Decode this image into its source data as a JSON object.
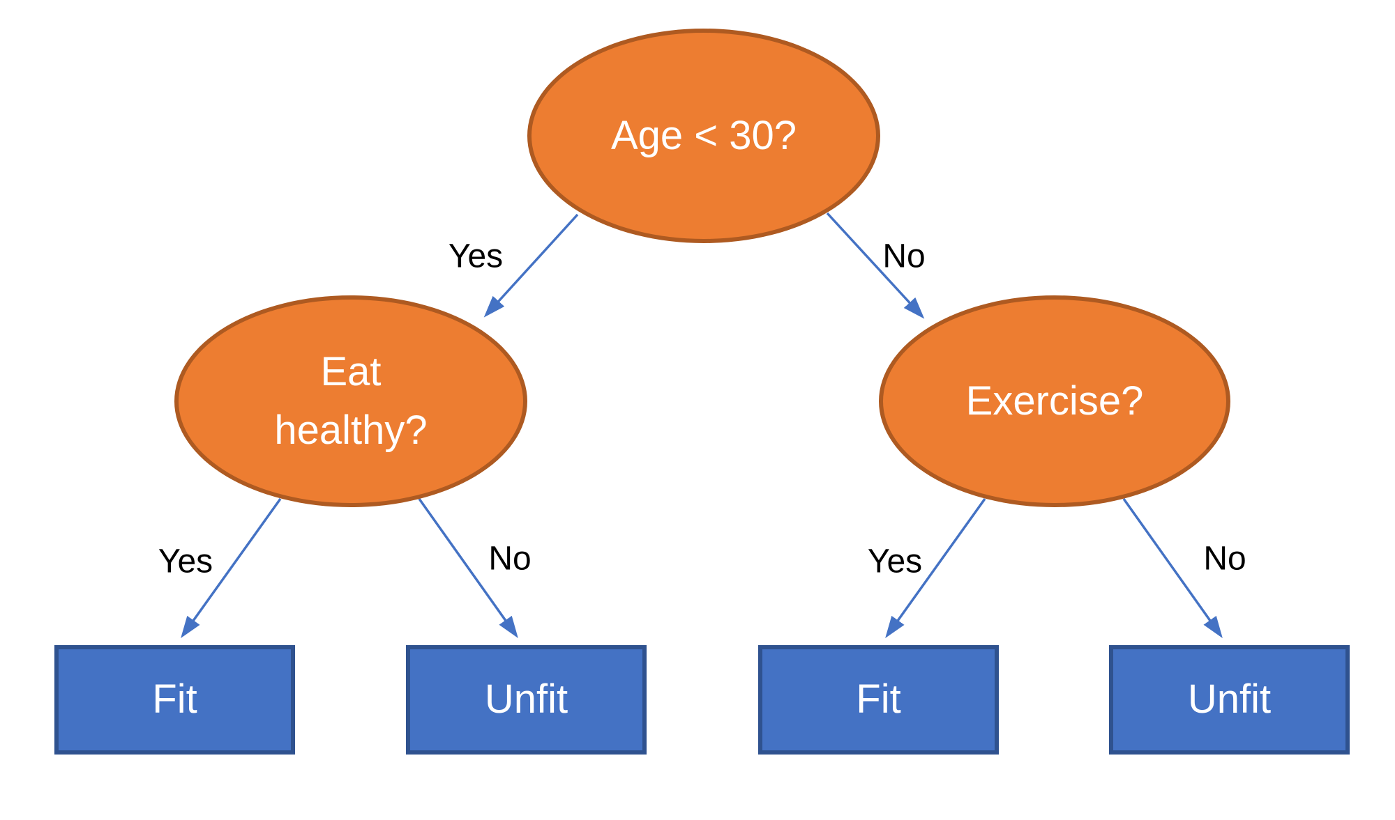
{
  "colors": {
    "decision_node_fill": "#ED7D31",
    "decision_node_border": "#AE5A21",
    "decision_node_text": "#FFFFFF",
    "leaf_node_fill": "#4472C4",
    "leaf_node_border": "#2F528F",
    "leaf_node_text": "#FFFFFF",
    "edge_arrow": "#4472C4",
    "edge_label_text": "#000000",
    "background": "#FFFFFF"
  },
  "diagram": {
    "type": "decision-tree",
    "nodes": {
      "root": {
        "label": "Age < 30?",
        "shape": "ellipse"
      },
      "eat_healthy": {
        "label": "Eat\nhealthy?",
        "shape": "ellipse"
      },
      "exercise": {
        "label": "Exercise?",
        "shape": "ellipse"
      },
      "fit_left": {
        "label": "Fit",
        "shape": "rectangle"
      },
      "unfit_left": {
        "label": "Unfit",
        "shape": "rectangle"
      },
      "fit_right": {
        "label": "Fit",
        "shape": "rectangle"
      },
      "unfit_right": {
        "label": "Unfit",
        "shape": "rectangle"
      }
    },
    "edges": {
      "root_yes": {
        "from": "root",
        "to": "eat_healthy",
        "label": "Yes"
      },
      "root_no": {
        "from": "root",
        "to": "exercise",
        "label": "No"
      },
      "eat_yes": {
        "from": "eat_healthy",
        "to": "fit_left",
        "label": "Yes"
      },
      "eat_no": {
        "from": "eat_healthy",
        "to": "unfit_left",
        "label": "No"
      },
      "exercise_yes": {
        "from": "exercise",
        "to": "fit_right",
        "label": "Yes"
      },
      "exercise_no": {
        "from": "exercise",
        "to": "unfit_right",
        "label": "No"
      }
    }
  }
}
